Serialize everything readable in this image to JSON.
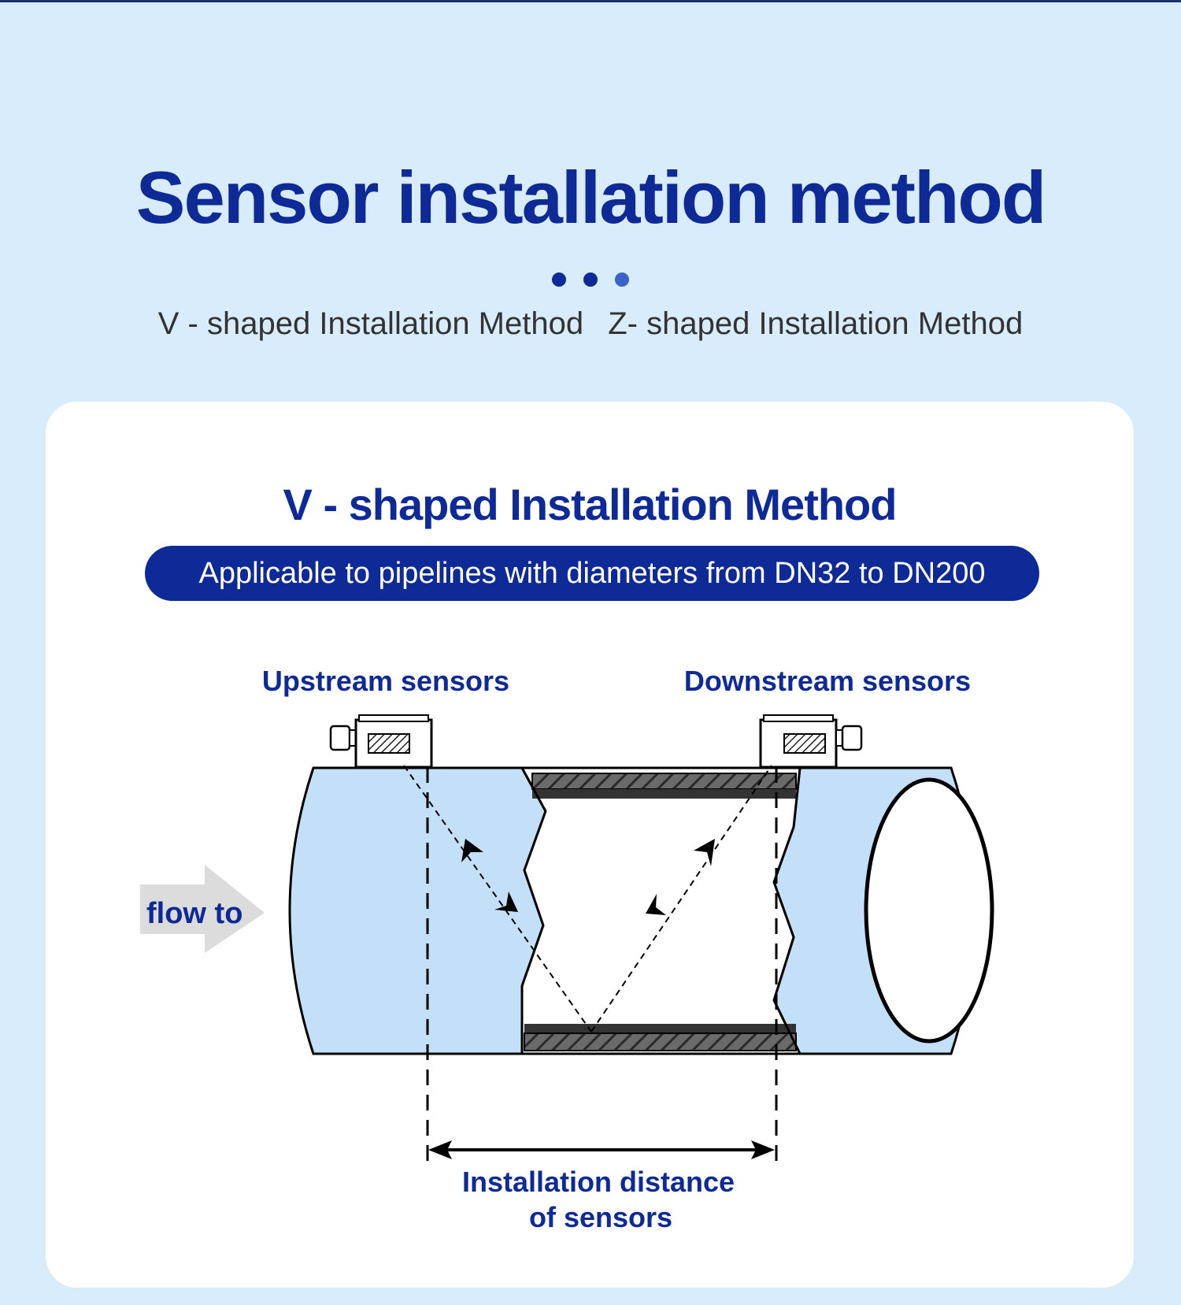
{
  "header": {
    "title": "Sensor installation method",
    "methods": [
      "V - shaped Installation Method",
      "Z- shaped Installation Method"
    ]
  },
  "card": {
    "title": "V - shaped Installation Method",
    "pill": "Applicable to pipelines with diameters from DN32 to DN200"
  },
  "diagram": {
    "upstream_label": "Upstream sensors",
    "downstream_label": "Downstream sensors",
    "flow_label": "flow to",
    "distance_label_line1": "Installation distance",
    "distance_label_line2": "of sensors",
    "pipe_color": "#c3e0f8",
    "arrow_color": "#dcdcdc",
    "label_color": "#0d2a97"
  }
}
